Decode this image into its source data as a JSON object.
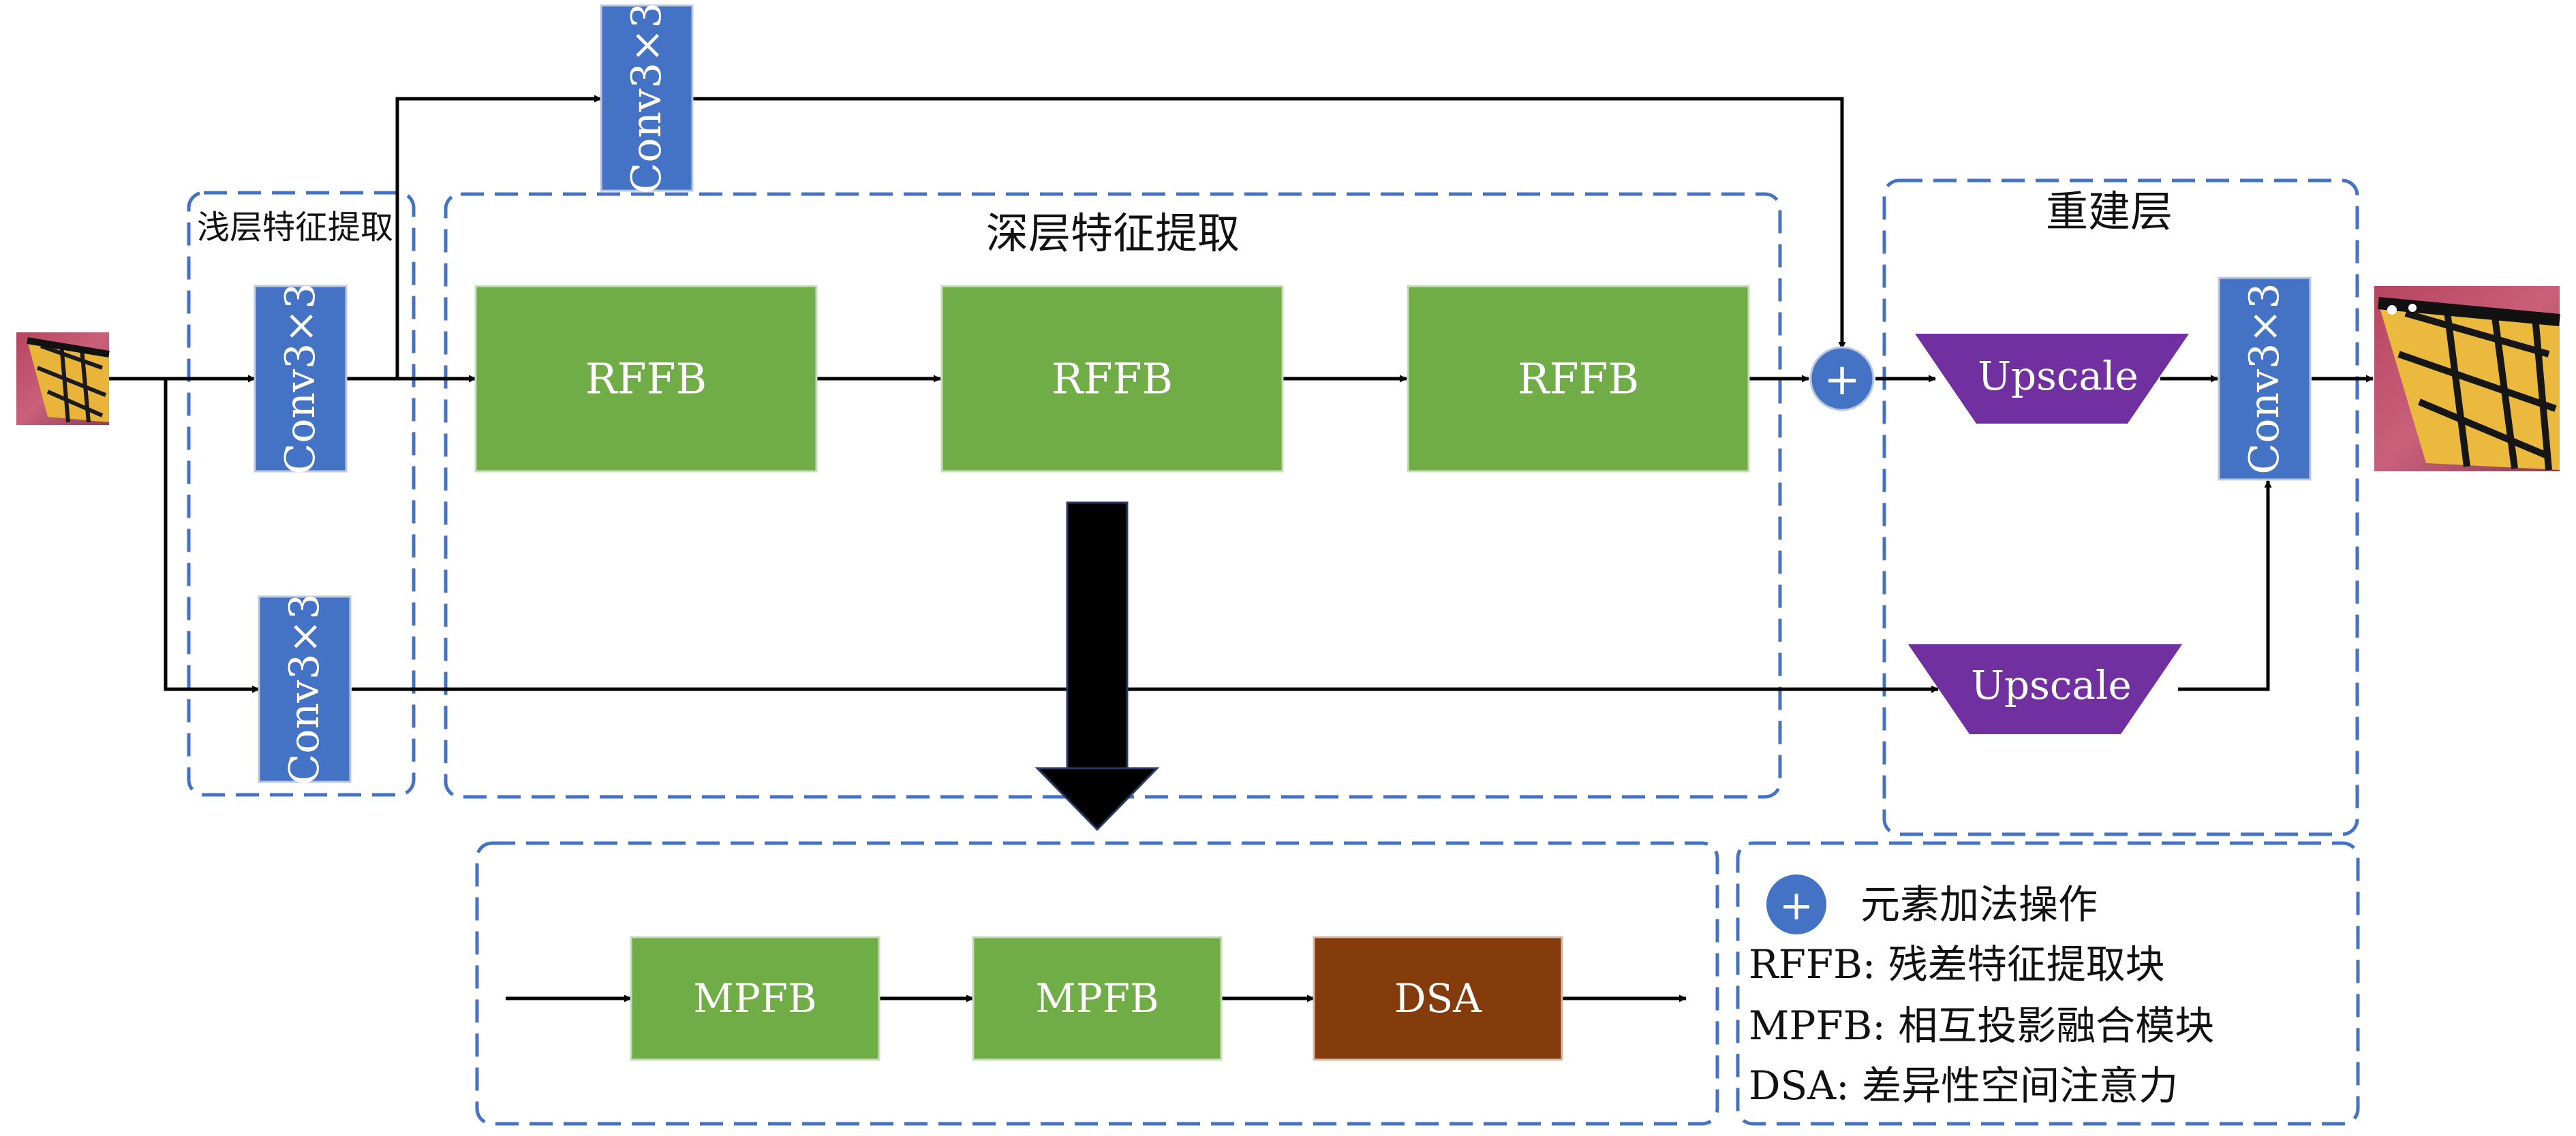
{
  "groups": {
    "shallow": "浅层特征提取",
    "deep": "深层特征提取",
    "reconstruction": "重建层"
  },
  "blocks": {
    "conv": "Conv3×3",
    "rffb": "RFFB",
    "upscale": "Upscale",
    "mpfb": "MPFB",
    "dsa": "DSA",
    "add_symbol": "+"
  },
  "legend": {
    "add": "元素加法操作",
    "rffb": "RFFB: 残差特征提取块",
    "mpfb": "MPFB: 相互投影融合模块",
    "dsa": "DSA: 差异性空间注意力"
  },
  "colors": {
    "conv": "#4472C4",
    "rffb": "#70AD47",
    "upscale": "#7030A0",
    "dsa": "#843C0C",
    "dashed_border": "#4472C4"
  },
  "images": {
    "input": "butterfly-input-image",
    "output": "butterfly-output-image"
  }
}
